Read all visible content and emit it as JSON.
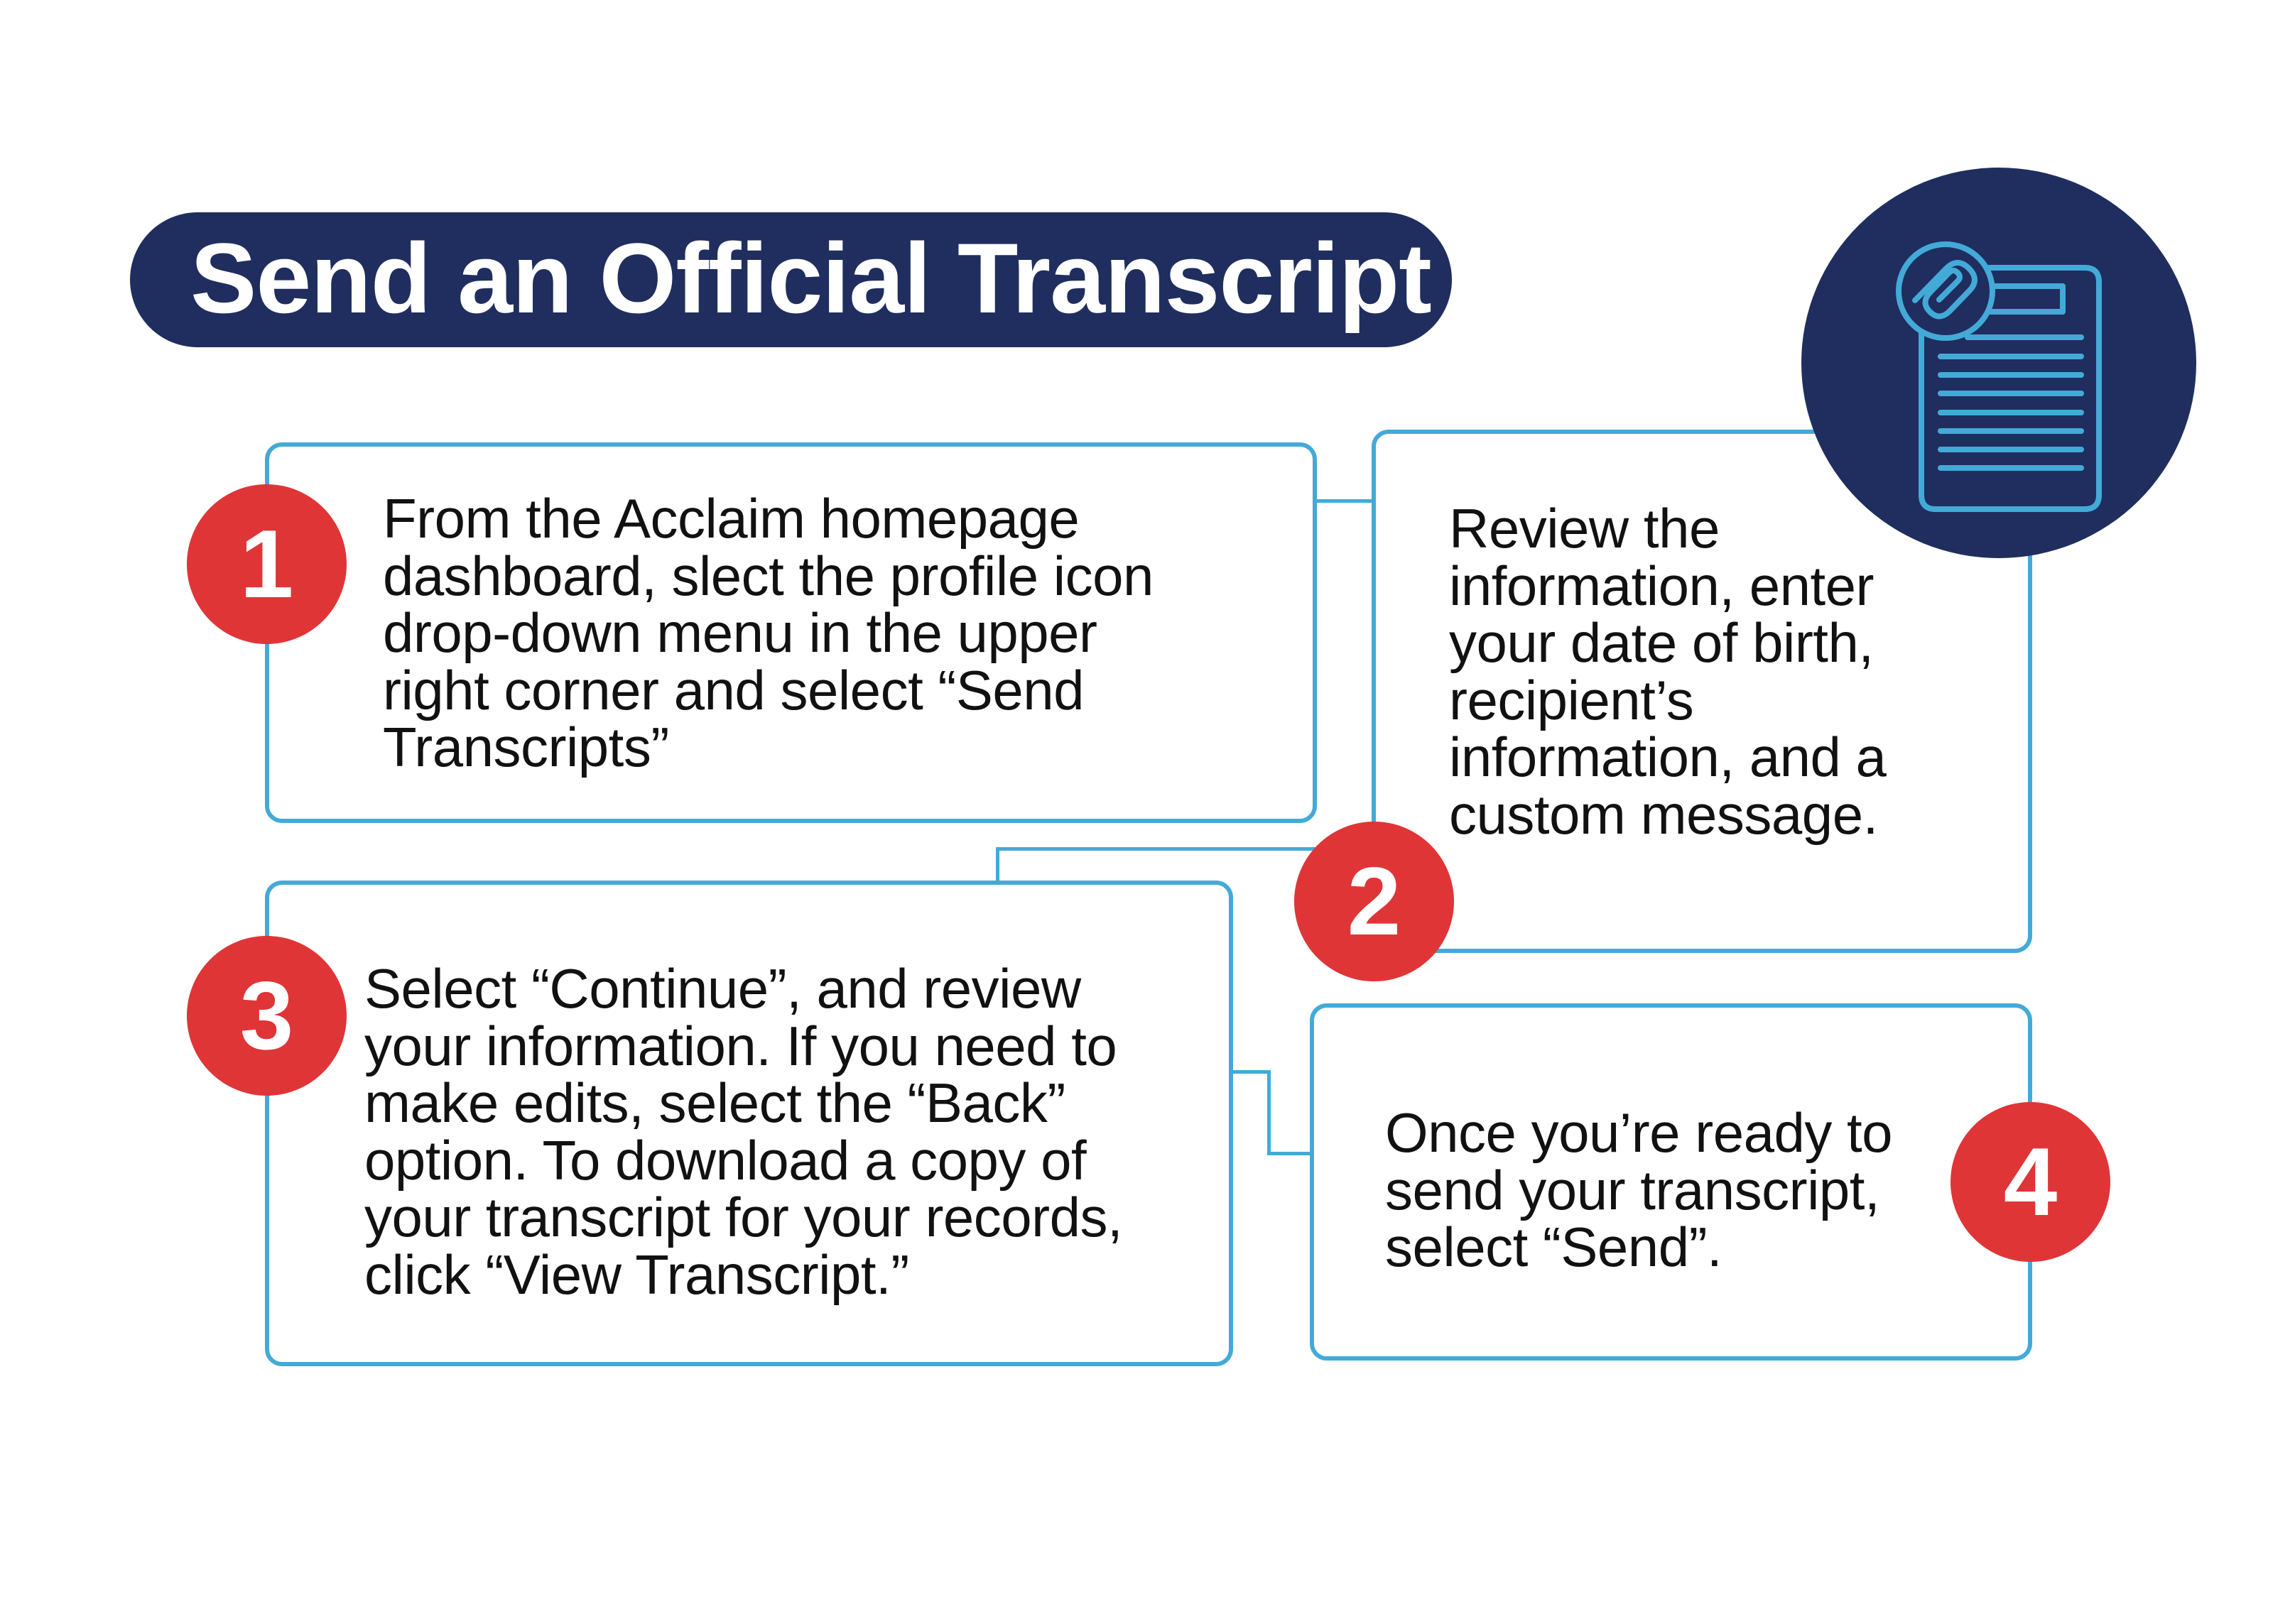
{
  "title": "Send an Official Transcript",
  "header_icon": "transcript-document-paperclip-icon",
  "colors": {
    "navy": "#1F2E5E",
    "red": "#E03537",
    "accent_blue": "#43AAD8",
    "text": "#111111"
  },
  "steps": [
    {
      "number": "1",
      "text": "From the Acclaim homepage\ndashboard, slect the profile icon\ndrop-down menu in the upper\nright corner and select “Send\nTranscripts”"
    },
    {
      "number": "2",
      "text": "Review the\ninformation, enter\nyour date of birth,\nrecipient’s\ninformation, and a\ncustom message."
    },
    {
      "number": "3",
      "text": "Select “Continue”, and review\nyour information. If you need to\nmake edits, select the “Back”\noption. To download a copy of\nyour transcript for your records,\nclick “View Transcript.”"
    },
    {
      "number": "4",
      "text": "Once you’re ready to\nsend your transcript,\nselect “Send”."
    }
  ]
}
